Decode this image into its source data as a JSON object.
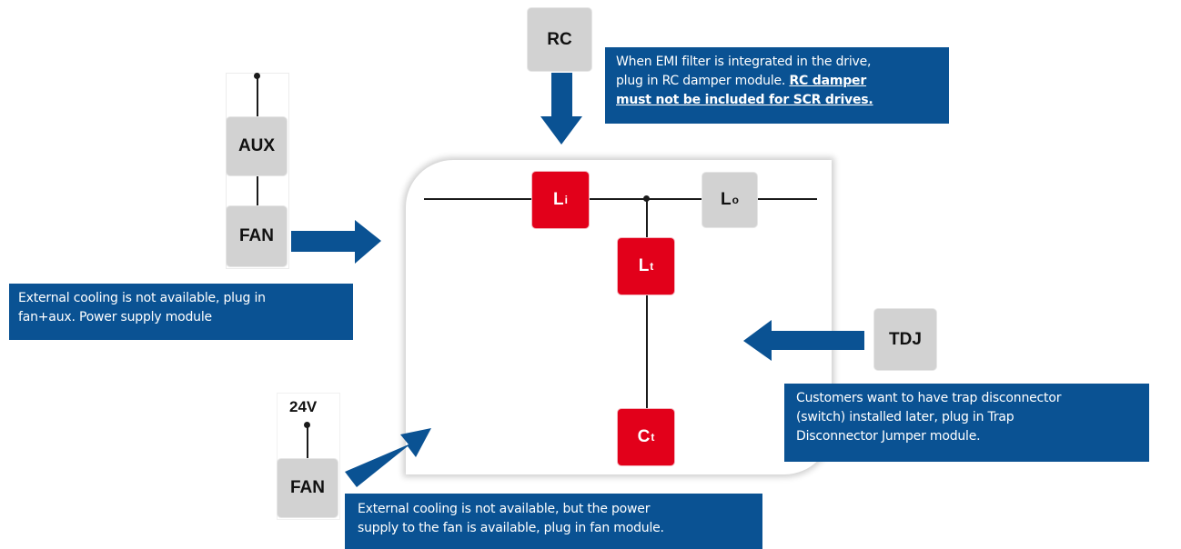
{
  "modules": {
    "rc": "RC",
    "aux": "AUX",
    "fan_top": "FAN",
    "fan_bottom": "FAN",
    "tdj": "TDJ",
    "label_24v": "24V"
  },
  "components": {
    "li_main": "L",
    "li_sub": "i",
    "lo_main": "L",
    "lo_sub": "o",
    "lt_main": "L",
    "lt_sub": "t",
    "ct_main": "C",
    "ct_sub": "t"
  },
  "notes": {
    "rc_line1": "When EMI filter is integrated in the drive,",
    "rc_line2": "plug in RC damper module. ",
    "rc_emph_line2": "RC damper",
    "rc_emph_line3": "must not be included for SCR drives.",
    "aux_line1": "External cooling is not available, plug in",
    "aux_line2": "fan+aux. Power supply module",
    "tdj_line1": "Customers want to have trap disconnector",
    "tdj_line2": "(switch) installed later, plug in Trap",
    "tdj_line3": "Disconnector Jumper module.",
    "fan_line1": "External cooling is not available, but the power",
    "fan_line2": "supply to the fan is available, plug in fan module."
  },
  "colors": {
    "note_bg": "#0a5293",
    "arrow": "#0a5293",
    "module_gray": "#d2d2d2",
    "component_red": "#e2001a"
  }
}
